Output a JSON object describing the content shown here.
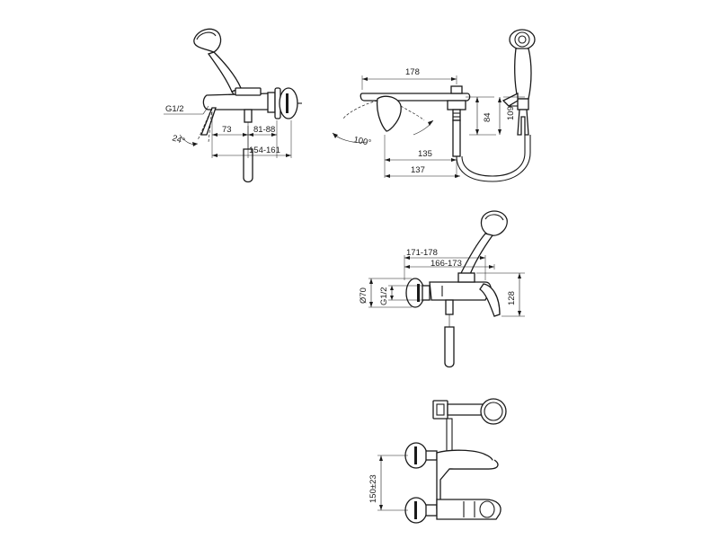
{
  "drawing": {
    "view_top": {
      "thread": "G1/2",
      "angle": "24°",
      "dim_a": "73",
      "dim_b": "81-88",
      "dim_c": "154-161"
    },
    "view_front": {
      "width": "178",
      "height_a": "84",
      "height_b": "109",
      "angle": "100°",
      "dim_a": "135",
      "dim_b": "137"
    },
    "view_side": {
      "dim_a": "171-178",
      "dim_b": "166-173",
      "diameter": "Ø70",
      "thread": "G1/2",
      "height": "128"
    },
    "view_install": {
      "centers": "150±23"
    }
  }
}
